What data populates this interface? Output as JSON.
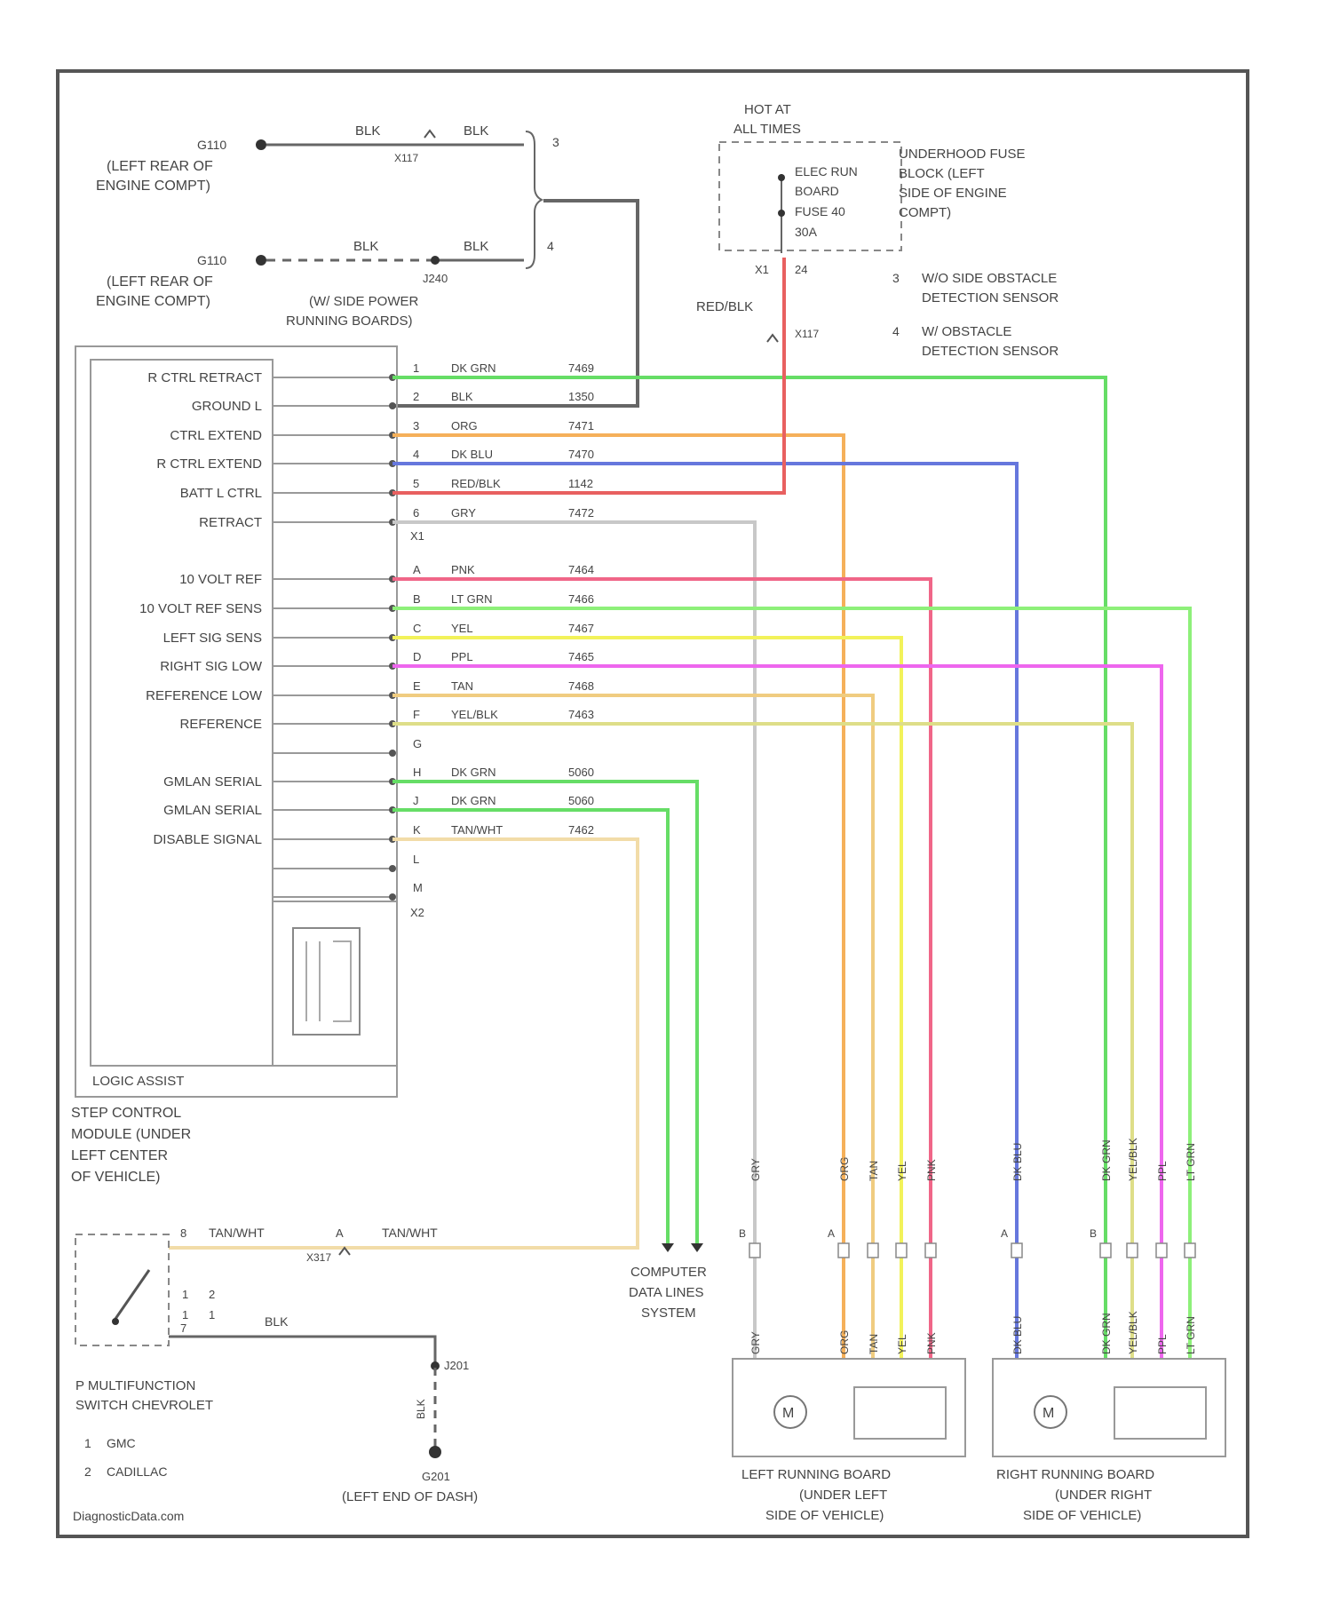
{
  "ground_top": {
    "ground_id": "G110",
    "location": [
      "(LEFT REAR OF",
      "ENGINE COMPT)"
    ],
    "wire_left": "BLK",
    "wire_right": "BLK",
    "connector": "X117",
    "pin": "3"
  },
  "ground_mid": {
    "ground_id": "G110",
    "location": [
      "(LEFT REAR OF",
      "ENGINE COMPT)"
    ],
    "wire_left": "BLK",
    "wire_right": "BLK",
    "splice": "J240",
    "pin": "4",
    "caption": [
      "(W/ SIDE POWER",
      "RUNNING BOARDS)"
    ]
  },
  "fuse_block": {
    "hot_label": [
      "HOT AT",
      "ALL TIMES"
    ],
    "fuse_text": [
      "ELEC RUN",
      "BOARD",
      "FUSE 40",
      "30A"
    ],
    "location": [
      "UNDERHOOD FUSE",
      "BLOCK (LEFT",
      "SIDE OF ENGINE",
      "COMPT)"
    ],
    "conn": "X1",
    "pin": "24",
    "wire": "RED/BLK",
    "connector": "X117"
  },
  "notes": [
    {
      "num": "3",
      "text": [
        "W/O SIDE OBSTACLE",
        "DETECTION SENSOR"
      ]
    },
    {
      "num": "4",
      "text": [
        "W/ OBSTACLE",
        "DETECTION SENSOR"
      ]
    }
  ],
  "module": {
    "inner_label": "LOGIC ASSIST",
    "caption": [
      "STEP CONTROL",
      "MODULE (UNDER",
      "LEFT CENTER",
      "OF VEHICLE)"
    ],
    "x1_label": "X1",
    "x2_label": "X2"
  },
  "pins": [
    {
      "label": "R CTRL RETRACT",
      "pin": "1",
      "color": "DK GRN",
      "circuit": "7469"
    },
    {
      "label": "GROUND L",
      "pin": "2",
      "color": "BLK",
      "circuit": "1350"
    },
    {
      "label": "CTRL EXTEND",
      "pin": "3",
      "color": "ORG",
      "circuit": "7471"
    },
    {
      "label": "R CTRL EXTEND",
      "pin": "4",
      "color": "DK BLU",
      "circuit": "7470"
    },
    {
      "label": "BATT L CTRL",
      "pin": "5",
      "color": "RED/BLK",
      "circuit": "1142"
    },
    {
      "label": "RETRACT",
      "pin": "6",
      "color": "GRY",
      "circuit": "7472"
    },
    {
      "label": "10 VOLT REF",
      "pin": "A",
      "color": "PNK",
      "circuit": "7464"
    },
    {
      "label": "10 VOLT REF SENS",
      "pin": "B",
      "color": "LT GRN",
      "circuit": "7466"
    },
    {
      "label": "LEFT SIG SENS",
      "pin": "C",
      "color": "YEL",
      "circuit": "7467"
    },
    {
      "label": "RIGHT SIG LOW",
      "pin": "D",
      "color": "PPL",
      "circuit": "7465"
    },
    {
      "label": "REFERENCE LOW",
      "pin": "E",
      "color": "TAN",
      "circuit": "7468"
    },
    {
      "label": "REFERENCE",
      "pin": "F",
      "color": "YEL/BLK",
      "circuit": "7463"
    },
    {
      "label": "",
      "pin": "G",
      "color": "",
      "circuit": ""
    },
    {
      "label": "GMLAN SERIAL",
      "pin": "H",
      "color": "DK GRN",
      "circuit": "5060"
    },
    {
      "label": "GMLAN SERIAL",
      "pin": "J",
      "color": "DK GRN",
      "circuit": "5060"
    },
    {
      "label": "DISABLE SIGNAL",
      "pin": "K",
      "color": "TAN/WHT",
      "circuit": "7462"
    },
    {
      "label": "",
      "pin": "L",
      "color": "",
      "circuit": ""
    },
    {
      "label": "",
      "pin": "M",
      "color": "",
      "circuit": ""
    }
  ],
  "switch": {
    "pin_top": "8",
    "pin_bottom": "7",
    "wire_a": "TAN/WHT",
    "wire_b": "TAN/WHT",
    "conn_letter": "A",
    "connector": "X317",
    "col_labels": [
      "1",
      "2"
    ],
    "row2": [
      "1",
      "1"
    ],
    "caption": [
      "P MULTIFUNCTION",
      "SWITCH CHEVROLET"
    ],
    "notes": [
      {
        "num": "1",
        "text": "GMC"
      },
      {
        "num": "2",
        "text": "CADILLAC"
      }
    ]
  },
  "ground_bottom": {
    "wire": "BLK",
    "splice": "J201",
    "ground_id": "G201",
    "location": "(LEFT END OF DASH)",
    "vertical_wire": "BLK"
  },
  "data_lines": [
    "COMPUTER",
    "DATA LINES",
    "SYSTEM"
  ],
  "left_board": {
    "wires": [
      "GRY",
      "ORG",
      "TAN",
      "YEL",
      "PNK"
    ],
    "conn_pins": [
      "B",
      "A",
      "",
      "",
      ""
    ],
    "motor": "M",
    "caption": [
      "LEFT RUNNING BOARD",
      "(UNDER LEFT",
      "SIDE OF VEHICLE)"
    ]
  },
  "right_board": {
    "wires": [
      "DK BLU",
      "DK GRN",
      "YEL/BLK",
      "PPL",
      "LT GRN"
    ],
    "conn_pins": [
      "A",
      "B",
      "",
      "",
      ""
    ],
    "motor": "M",
    "caption": [
      "RIGHT RUNNING BOARD",
      "(UNDER RIGHT",
      "SIDE OF VEHICLE)"
    ]
  },
  "watermark": "DiagnosticData.com",
  "wire_colors": {
    "green": "#66dd66",
    "orange": "#f5b05a",
    "blue": "#6677dd",
    "red": "#e86060",
    "gray": "#c8c8c8",
    "pink": "#f06688",
    "light_green": "#8ef07a",
    "yellow": "#f2f25a",
    "purple": "#ee66ee",
    "tan": "#f0cc80",
    "yel_blk": "#dede88",
    "tan_wht": "#f2dca8",
    "black": "#555555"
  }
}
